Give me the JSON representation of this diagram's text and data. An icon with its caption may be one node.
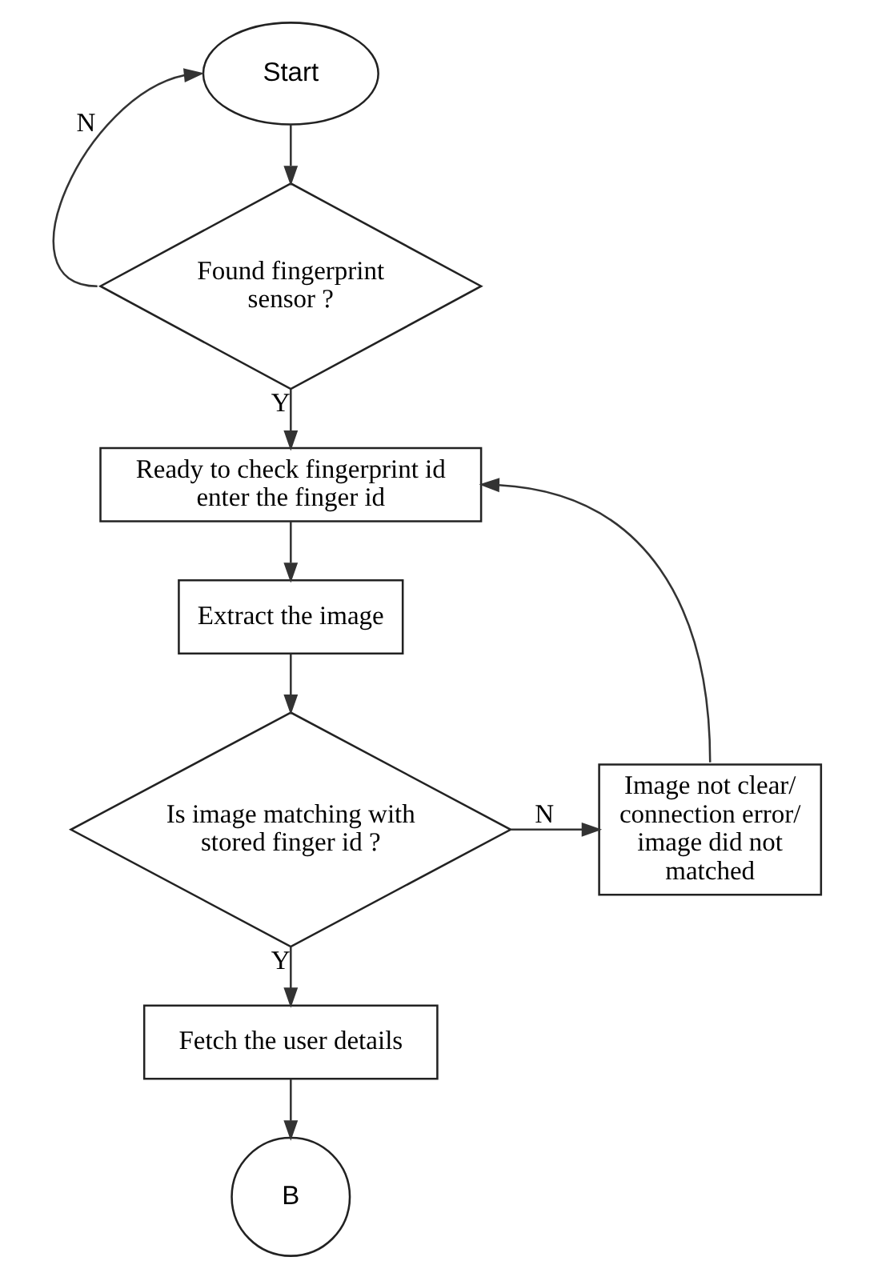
{
  "diagram": {
    "nodes": [
      {
        "text": [
          "Start"
        ]
      },
      {
        "text": [
          "Found fingerprint sensor ?"
        ]
      },
      {
        "text": [
          "Ready to check fingerprint id enter the finger id"
        ]
      },
      {
        "text": [
          "Extract the image"
        ]
      },
      {
        "text": [
          "Is image matching with stored finger id ?"
        ]
      },
      {
        "text": [
          "Image not clear/ connection error/ image did not matched"
        ]
      },
      {
        "text": [
          "Fetch the user details"
        ]
      },
      {
        "text": [
          "B"
        ]
      }
    ],
    "edges": [
      {
        "from": 0,
        "to": 1,
        "arrow": "to"
      },
      {
        "from": 1,
        "to": 0,
        "arrow": "to",
        "label": "N"
      },
      {
        "from": 1,
        "to": 2,
        "arrow": "to",
        "label": "Y"
      },
      {
        "from": 2,
        "to": 3,
        "arrow": "to"
      },
      {
        "from": 3,
        "to": 4,
        "arrow": "to"
      },
      {
        "from": 4,
        "to": 5,
        "arrow": "to",
        "label": "N"
      },
      {
        "from": 5,
        "to": 2,
        "arrow": "to"
      },
      {
        "from": 4,
        "to": 6,
        "arrow": "to",
        "label": "Y"
      },
      {
        "from": 6,
        "to": 7,
        "arrow": "to"
      }
    ]
  }
}
